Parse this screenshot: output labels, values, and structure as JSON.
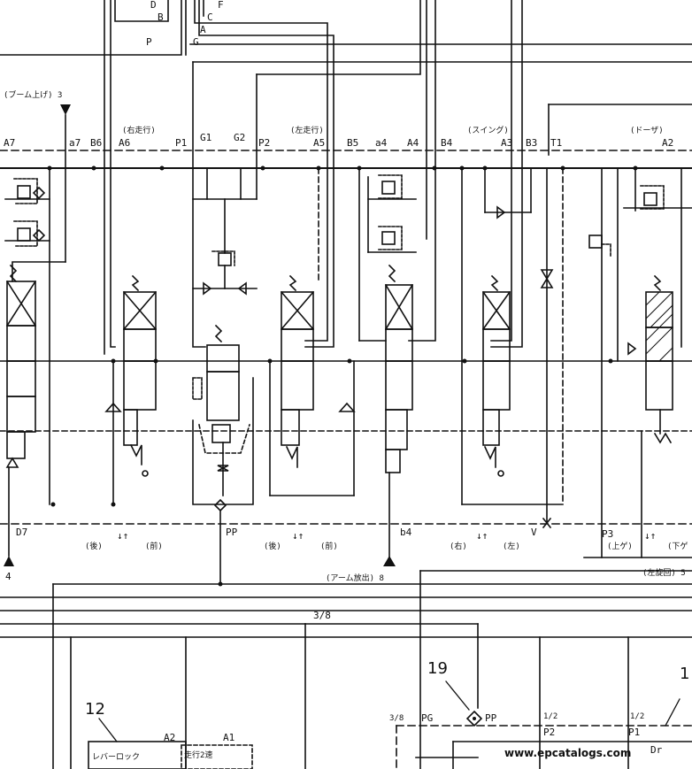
{
  "diagram": {
    "top_ports": {
      "d": "D",
      "b": "B",
      "p": "P",
      "f": "F",
      "c": "C",
      "a": "A",
      "g": "G"
    },
    "boom_up_label": "(ブーム上げ) 3",
    "travel_right_label": "(右走行)",
    "travel_left_label": "(左走行)",
    "swing_label": "(スイング)",
    "dozer_label": "(ドーザ)",
    "ports_row": {
      "a7": "A7",
      "lb7": "a7",
      "b6": "B6",
      "a6": "A6",
      "p1": "P1",
      "g1": "G1",
      "g2": "G2",
      "p2": "P2",
      "a5": "A5",
      "b5": "B5",
      "la4": "a4",
      "a4": "A4",
      "b4": "B4",
      "a3": "A3",
      "b3": "B3",
      "t1": "T1",
      "a2": "A2"
    },
    "bottom_ports": {
      "d7": "D7",
      "pp": "PP",
      "b4": "b4",
      "v": "V",
      "p3": "P3",
      "num4": "4"
    },
    "direction_labels": {
      "left1": "(後)",
      "right1": "(前)",
      "left2": "(後)",
      "right2": "(前)",
      "left3": "(右)",
      "right3": "(左)",
      "left4": "(上ゲ)",
      "right4": "(下ゲ"
    },
    "arm_dump_label": "(アーム放出) 8",
    "left_turn_label": "(左旋回) 5",
    "pipe_size_label": "3/8",
    "callouts": {
      "c19": "19",
      "c12": "12",
      "c1": "1"
    },
    "pg_row": {
      "size1": "3/8",
      "pg": "PG",
      "pp": "PP",
      "size2": "1/2",
      "size3": "1/2",
      "p2": "P2",
      "p1": "P1",
      "dr": "Dr"
    },
    "lever_lock": {
      "a2": "A2",
      "a1": "A1",
      "label": "レバーロック",
      "travel2": "走行2速"
    },
    "watermark": "www.epcatalogs.com"
  }
}
